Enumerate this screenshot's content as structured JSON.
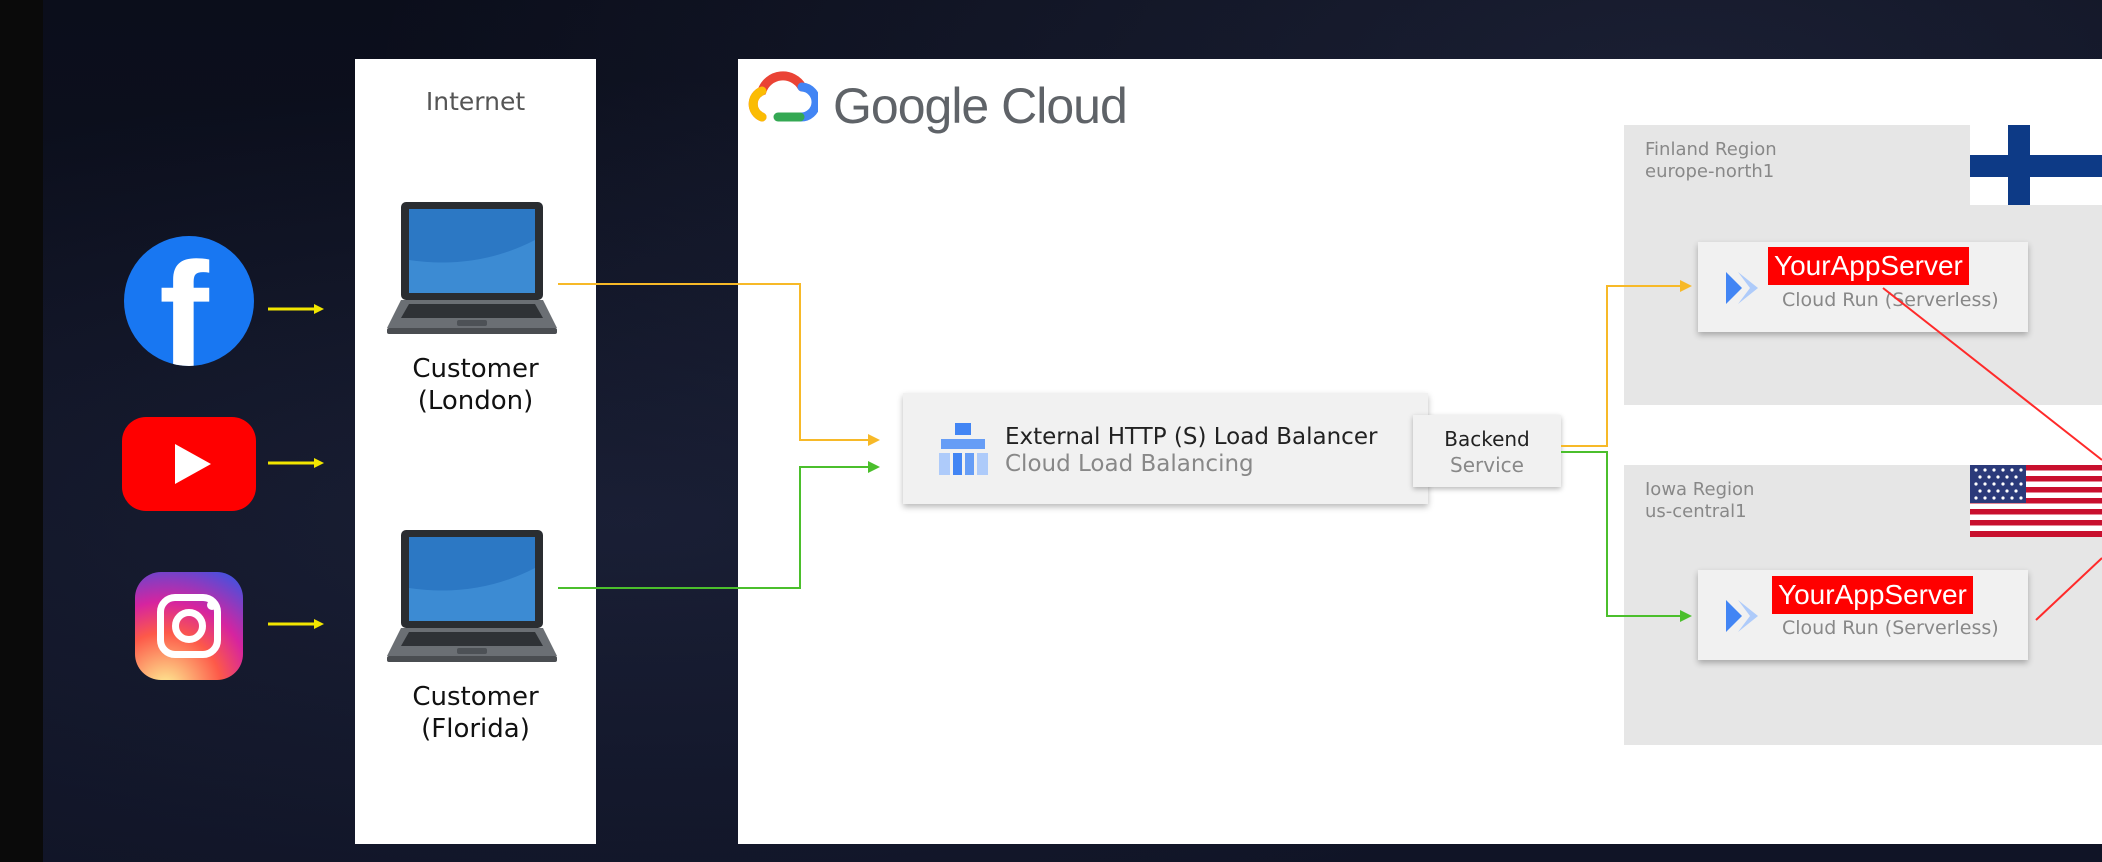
{
  "internet": {
    "title": "Internet",
    "customers": [
      {
        "line1": "Customer",
        "line2": "(London)"
      },
      {
        "line1": "Customer",
        "line2": "(Florida)"
      }
    ]
  },
  "social_icons": [
    "facebook-icon",
    "youtube-icon",
    "instagram-icon"
  ],
  "cloud": {
    "title": "Google Cloud",
    "load_balancer": {
      "title": "External HTTP (S) Load Balancer",
      "subtitle": "Cloud Load Balancing"
    },
    "backend": {
      "line1": "Backend",
      "line2": "Service"
    },
    "regions": [
      {
        "name": "Finland Region",
        "code": "europe-north1",
        "flag": "finland-flag-icon",
        "service": {
          "badge": "YourAppServer",
          "subtitle": "Cloud Run (Serverless)"
        }
      },
      {
        "name": "Iowa Region",
        "code": "us-central1",
        "flag": "usa-flag-icon",
        "service": {
          "badge": "YourAppServer",
          "subtitle": "Cloud Run (Serverless)"
        }
      }
    ]
  },
  "colors": {
    "background": "#0c0f1d",
    "london_path": "#f7b928",
    "florida_path": "#4bbf2c",
    "social_arrow": "#f2e600",
    "badge": "#ff0000",
    "replication_line": "#ff2a2a"
  }
}
